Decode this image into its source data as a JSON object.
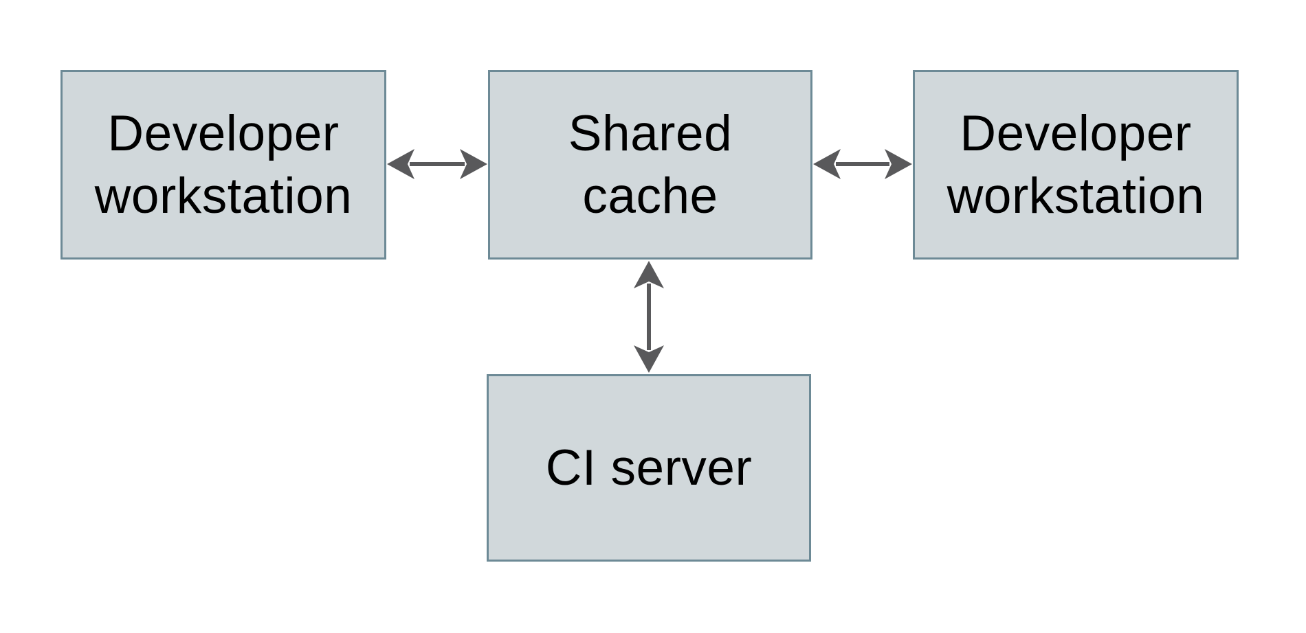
{
  "colors": {
    "background": "#ffffff",
    "node_fill": "#d1d8db",
    "node_border": "#6d8a96",
    "text_color": "#000000",
    "arrow_color": "#59595b"
  },
  "diagram": {
    "nodes": [
      {
        "id": "developer-workstation-left",
        "label": "Developer\nworkstation"
      },
      {
        "id": "shared-cache",
        "label": "Shared\ncache"
      },
      {
        "id": "developer-workstation-right",
        "label": "Developer\nworkstation"
      },
      {
        "id": "ci-server",
        "label": "CI server"
      }
    ],
    "edges": [
      {
        "from": "developer-workstation-left",
        "to": "shared-cache",
        "direction": "bidirectional",
        "orientation": "horizontal"
      },
      {
        "from": "shared-cache",
        "to": "developer-workstation-right",
        "direction": "bidirectional",
        "orientation": "horizontal"
      },
      {
        "from": "shared-cache",
        "to": "ci-server",
        "direction": "bidirectional",
        "orientation": "vertical"
      }
    ]
  }
}
